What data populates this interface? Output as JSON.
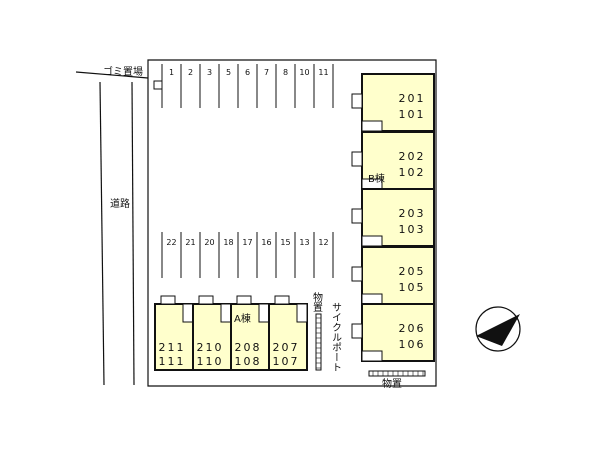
{
  "labels": {
    "garbage": "ゴミ置場",
    "road": "道路",
    "buildingA": "A棟",
    "buildingB": "B棟",
    "storage1": "物置",
    "storage2": "物置",
    "cyclePort": "サイクルポート"
  },
  "parkingTop": [
    "1",
    "2",
    "3",
    "5",
    "6",
    "7",
    "8",
    "10",
    "11"
  ],
  "parkingBottom": [
    "22",
    "21",
    "20",
    "18",
    "17",
    "16",
    "15",
    "13",
    "12"
  ],
  "buildingAUnits": [
    {
      "upper": "211",
      "lower": "111"
    },
    {
      "upper": "210",
      "lower": "110"
    },
    {
      "upper": "208",
      "lower": "108"
    },
    {
      "upper": "207",
      "lower": "107"
    }
  ],
  "buildingBUnits": [
    {
      "upper": "201",
      "lower": "101"
    },
    {
      "upper": "202",
      "lower": "102"
    },
    {
      "upper": "203",
      "lower": "103"
    },
    {
      "upper": "205",
      "lower": "105"
    },
    {
      "upper": "206",
      "lower": "106"
    }
  ],
  "colors": {
    "building": "#ffffcc",
    "line": "#111111",
    "compass": "#111111"
  },
  "icons": [
    "north-arrow-icon"
  ]
}
